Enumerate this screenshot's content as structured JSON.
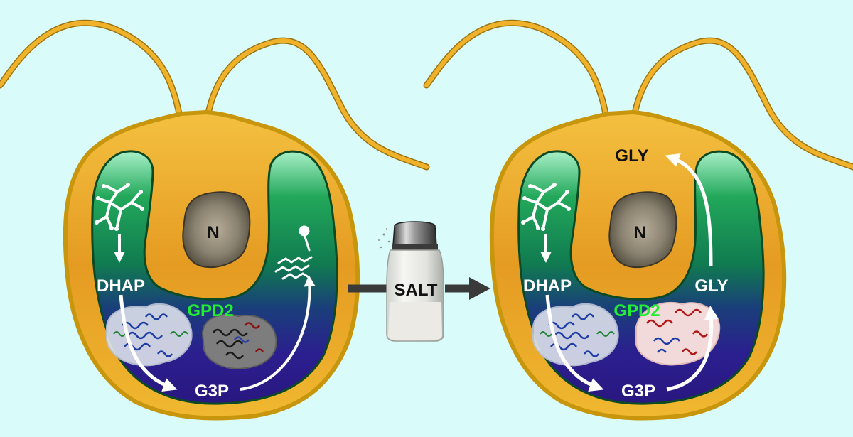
{
  "left_cell": {
    "nucleus_label": "N",
    "substrate_label": "DHAP",
    "enzyme_label": "GPD2",
    "product_label": "G3P"
  },
  "center": {
    "shaker_label": "SALT"
  },
  "right_cell": {
    "nucleus_label": "N",
    "substrate_label": "DHAP",
    "enzyme_label": "GPD2",
    "product_label": "G3P",
    "glycerol_label": "GLY",
    "glycerol_top_label": "GLY"
  },
  "colors": {
    "background": "#d9fcfb",
    "cytoplasm": "#e8a428",
    "cell_outline": "#c8960c",
    "chloroplast_top": "#6fd09a",
    "chloroplast_bottom": "#2b1b8f",
    "nucleus": "#6b6455",
    "enzyme_label": "#22ee33",
    "arrow": "#ffffff",
    "salt_arrow": "#3a3a3a"
  }
}
